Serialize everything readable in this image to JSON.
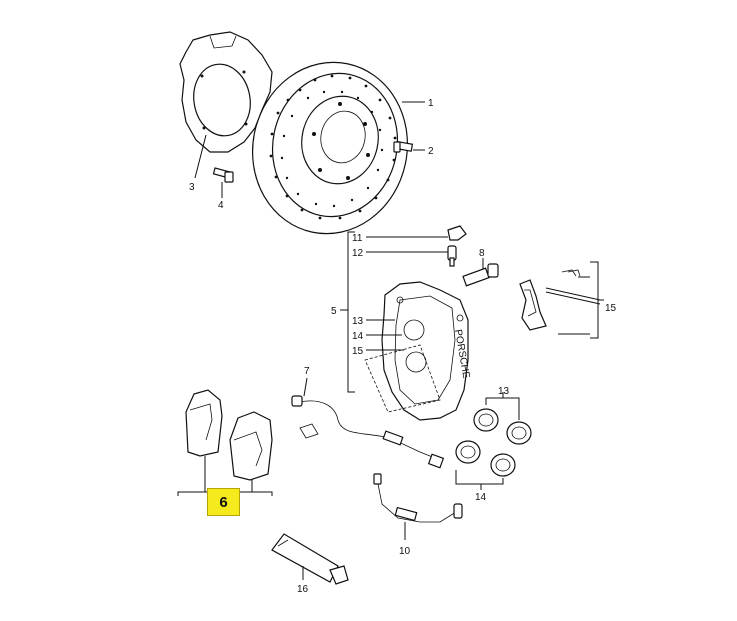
{
  "labels": {
    "p1": "1",
    "p2": "2",
    "p3": "3",
    "p4": "4",
    "p5": "5",
    "p6": "6",
    "p7": "7",
    "p8": "8",
    "p10": "10",
    "p11": "11",
    "p12": "12",
    "p13a": "13",
    "p14a": "14",
    "p15a": "15",
    "p13b": "13",
    "p14b": "14",
    "p15b": "15",
    "p16": "16",
    "caliper_text": "PORSCHE"
  },
  "highlight": {
    "label": "6",
    "color": "#f5ea1c"
  }
}
